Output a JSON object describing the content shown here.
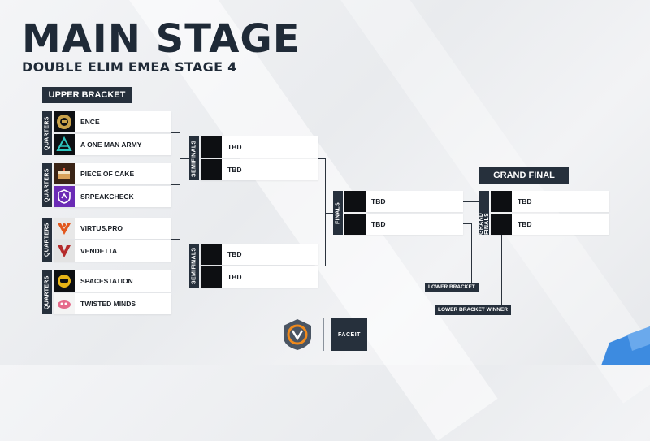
{
  "header": {
    "title": "MAIN STAGE",
    "subtitle": "DOUBLE ELIM EMEA STAGE 4"
  },
  "bracket": {
    "upper_label": "UPPER BRACKET",
    "quarters_label": "QUARTERS",
    "semifinals_label": "SEMIFINALS",
    "finals_label": "FINALS",
    "grand_final_label": "GRAND FINAL",
    "grand_finals_vlabel": "GRAND FINALS",
    "lower_bracket_label": "LOWER BRACKET",
    "lower_bracket_winner_label": "LOWER BRACKET WINNER",
    "tbd": "TBD",
    "quarters": [
      {
        "team_a": "ENCE",
        "team_b": "A ONE MAN ARMY"
      },
      {
        "team_a": "PIECE OF CAKE",
        "team_b": "SRPEAKCHECK"
      },
      {
        "team_a": "VIRTUS.PRO",
        "team_b": "VENDETTA"
      },
      {
        "team_a": "SPACESTATION",
        "team_b": "TWISTED MINDS"
      }
    ]
  },
  "footer": {
    "sponsor": "FACEIT"
  },
  "colors": {
    "dark": "#26303c",
    "accent_blue": "#3d8be0"
  }
}
